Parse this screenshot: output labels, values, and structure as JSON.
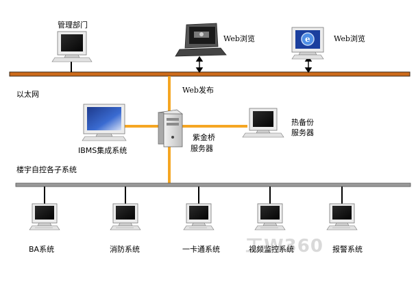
{
  "labels": {
    "management": "管理部门",
    "web_browse_1": "Web浏览",
    "web_browse_2": "Web浏览",
    "ethernet": "以太网",
    "web_publish": "Web发布",
    "hot_backup_line1": "热备份",
    "hot_backup_line2": "服务器",
    "zijinqiao_line1": "紫金桥",
    "zijinqiao_line2": "服务器",
    "ibms": "IBMS集成系统",
    "building_auto": "楼宇自控各子系统",
    "subsystems": [
      "BA系统",
      "消防系统",
      "一卡通系统",
      "视频监控系统",
      "报警系统"
    ]
  },
  "watermark": "工W360",
  "colors": {
    "ethernet_bus_fill": "#cc6a1a",
    "ethernet_bus_edge": "#3a2a1a",
    "orange_link": "#f5a623",
    "subsystem_bus": "#8a8a8a",
    "monitor_body": "#e9e9e9",
    "monitor_screen": "#111111"
  }
}
